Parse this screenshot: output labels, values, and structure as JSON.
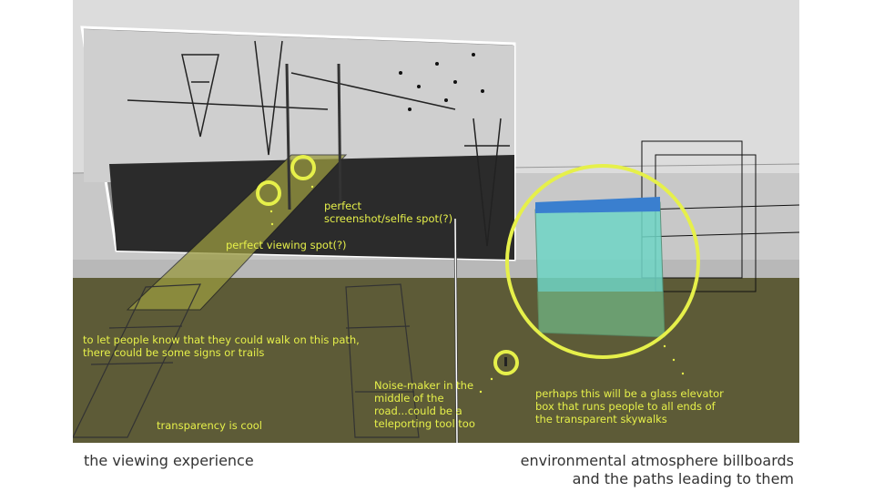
{
  "annotations": {
    "screenshot_spot": "perfect\nscreenshot/selfie spot(?)",
    "viewing_spot": "perfect viewing spot(?)",
    "signs": "to let people know that they could walk on this path,\nthere could be some signs or trails",
    "transparency": "transparency is cool",
    "noise_maker": "Noise-maker in the\nmiddle of the\nroad...could be a\nteleporting tool too",
    "elevator": "perhaps this will be a glass elevator\nbox that runs people to all ends of\nthe transparent skywalks"
  },
  "captions": {
    "left": "the viewing experience",
    "right_line1": "environmental atmosphere billboards",
    "right_line2": "and the paths leading to them"
  },
  "colors": {
    "highlight": "#e6f04a",
    "ground": "#5d5b37",
    "sky": "#dcdcdc",
    "glass": "#6fd6c6"
  }
}
